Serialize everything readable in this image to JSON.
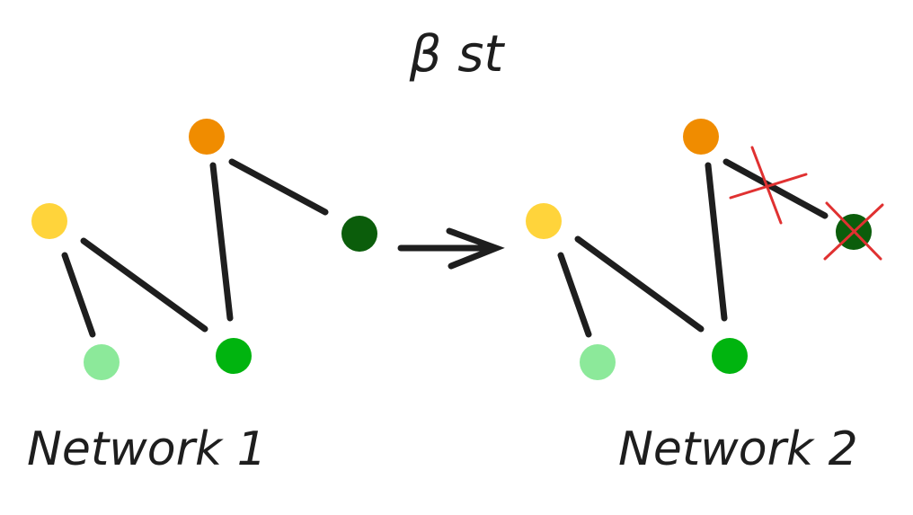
{
  "title": "β st",
  "networks": [
    {
      "label": "Network 1",
      "nodes": [
        {
          "id": "orange",
          "color": "#f08c00"
        },
        {
          "id": "yellow",
          "color": "#ffd43b"
        },
        {
          "id": "dark-green",
          "color": "#0b5d0b"
        },
        {
          "id": "light-green",
          "color": "#8ce99a"
        },
        {
          "id": "green",
          "color": "#00b40f"
        }
      ],
      "edges": [
        [
          "orange",
          "dark-green"
        ],
        [
          "orange",
          "green"
        ],
        [
          "yellow",
          "light-green"
        ],
        [
          "yellow",
          "green"
        ]
      ]
    },
    {
      "label": "Network 2",
      "nodes": [
        {
          "id": "orange",
          "color": "#f08c00"
        },
        {
          "id": "yellow",
          "color": "#ffd43b"
        },
        {
          "id": "dark-green",
          "color": "#0b5d0b",
          "removed": true
        },
        {
          "id": "light-green",
          "color": "#8ce99a"
        },
        {
          "id": "green",
          "color": "#00b40f"
        }
      ],
      "edges": [
        [
          "orange",
          "green"
        ],
        [
          "yellow",
          "light-green"
        ],
        [
          "yellow",
          "green"
        ]
      ],
      "removed_edges": [
        [
          "orange",
          "dark-green"
        ]
      ]
    }
  ],
  "colors": {
    "edge": "#1e1e1e",
    "removed_mark": "#e03131"
  }
}
